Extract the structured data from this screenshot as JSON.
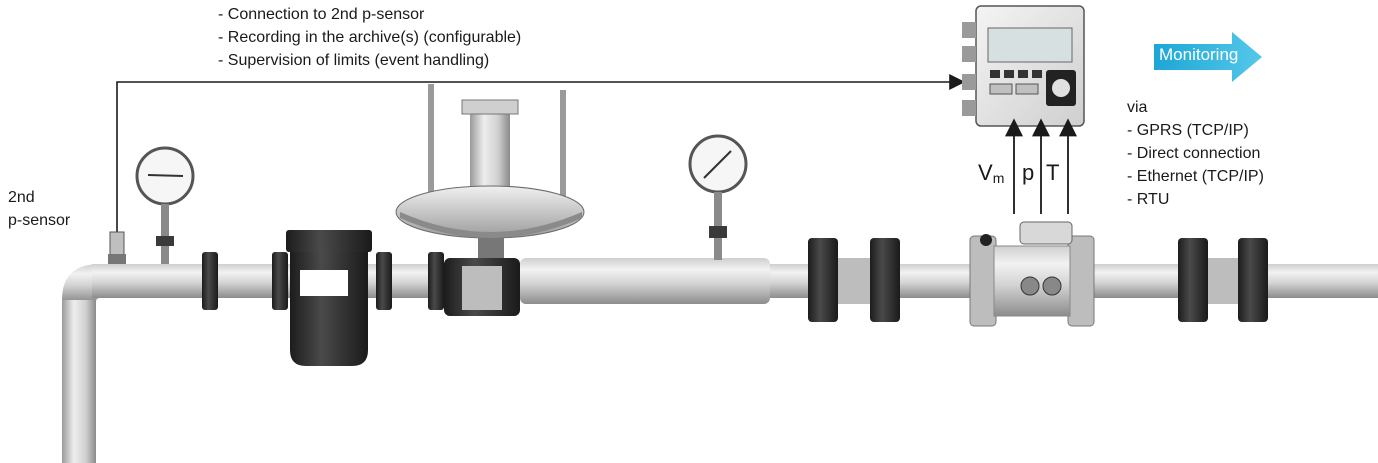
{
  "features": [
    "- Connection to 2nd p-sensor",
    "- Recording in the archive(s) (configurable)",
    "- Supervision of limits (event handling)"
  ],
  "sensor_label": [
    "2nd",
    "p-sensor"
  ],
  "monitoring_label": "Monitoring",
  "via_title": "via",
  "via_items": [
    "- GPRS (TCP/IP)",
    "- Direct connection",
    "- Ethernet (TCP/IP)",
    "- RTU"
  ],
  "signals": {
    "volume_base": "V",
    "volume_sub": "m",
    "pressure": "p",
    "temperature": "T"
  },
  "colors": {
    "monitoring_arrow": "#2bb4de",
    "pipe_light": "#e6e6e6",
    "pipe_dark": "#9a9a9a",
    "flange": "#2a2a2a",
    "line": "#1a1a1a"
  }
}
